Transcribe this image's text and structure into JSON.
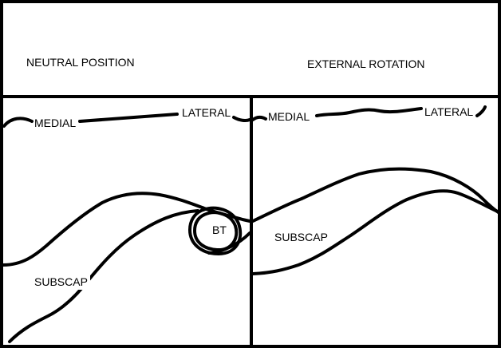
{
  "header": {
    "left_title": "NEUTRAL POSITION",
    "right_title": "EXTERNAL ROTATION"
  },
  "neutral": {
    "medial_label": "MEDIAL",
    "lateral_label": "LATERAL",
    "subscap_label": "SUBSCAP",
    "bt_label": "BT"
  },
  "external": {
    "medial_label": "MEDIAL",
    "lateral_label": "LATERAL",
    "subscap_label": "SUBSCAP"
  }
}
